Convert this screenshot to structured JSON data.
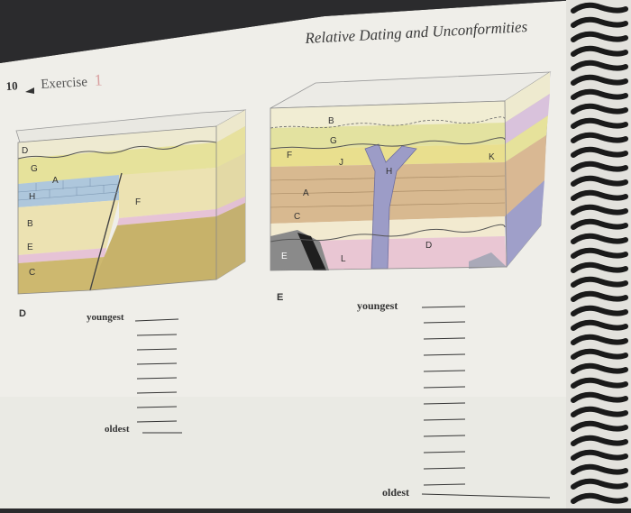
{
  "page": {
    "title": "Relative Dating and Unconformities",
    "exercise_number": "10",
    "exercise_label": "Exercise",
    "exercise_digit": "1"
  },
  "diagram_d": {
    "panel_label": "D",
    "layer_labels": [
      "D",
      "G",
      "A",
      "H",
      "B",
      "E",
      "C",
      "F"
    ],
    "youngest_label": "youngest",
    "oldest_label": "oldest"
  },
  "diagram_e": {
    "panel_label": "E",
    "layer_labels": [
      "B",
      "G",
      "F",
      "J",
      "K",
      "H",
      "A",
      "C",
      "E",
      "L",
      "D"
    ],
    "youngest_label": "youngest",
    "oldest_label": "oldest"
  },
  "colors": {
    "paper": "#efeee9",
    "binding": "#1c1c1c",
    "cream_layer": "#efe9cf",
    "yellow_layer": "#e9e39a",
    "tan_layer": "#d7b893",
    "blue_limestone": "#a9c4dc",
    "pink_layer": "#e5bfd2",
    "olive_conglomerate": "#c9b26a",
    "dike_purple": "#9a9ac8"
  }
}
